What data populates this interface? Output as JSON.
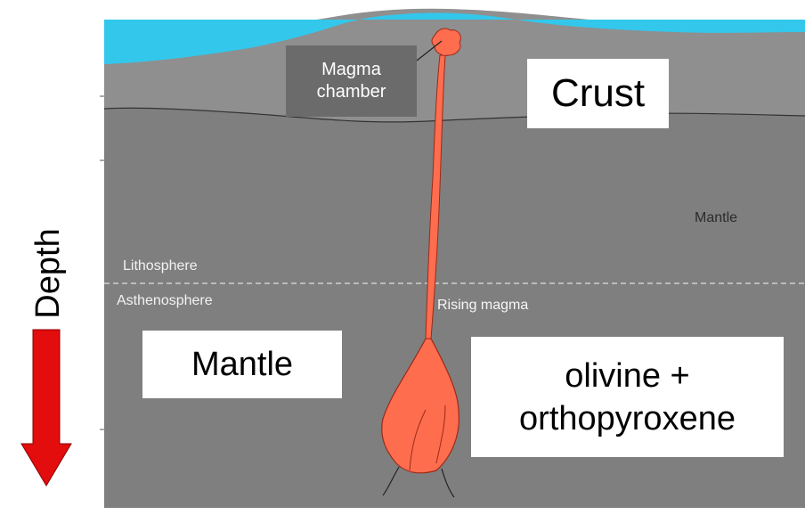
{
  "labels": {
    "magma_chamber": "Magma chamber",
    "crust": "Crust",
    "mantle_right": "Mantle",
    "lithosphere": "Lithosphere",
    "asthenosphere": "Asthenosphere",
    "rising_magma": "Rising magma",
    "mantle_box": "Mantle",
    "olivine_box": "olivine +\northopyroxene",
    "depth": "Depth"
  },
  "colors": {
    "ocean": "#33c7ec",
    "crust": "#8f8f8f",
    "mantle": "#7f7f7f",
    "magma": "#ff6d4f",
    "arrow": "#e30d0d",
    "dashed_boundary": "#cfcfcf",
    "label_box_dark": "#6b6b6b",
    "label_box_light": "#ffffff"
  },
  "icons": [
    "down-arrow-icon"
  ]
}
